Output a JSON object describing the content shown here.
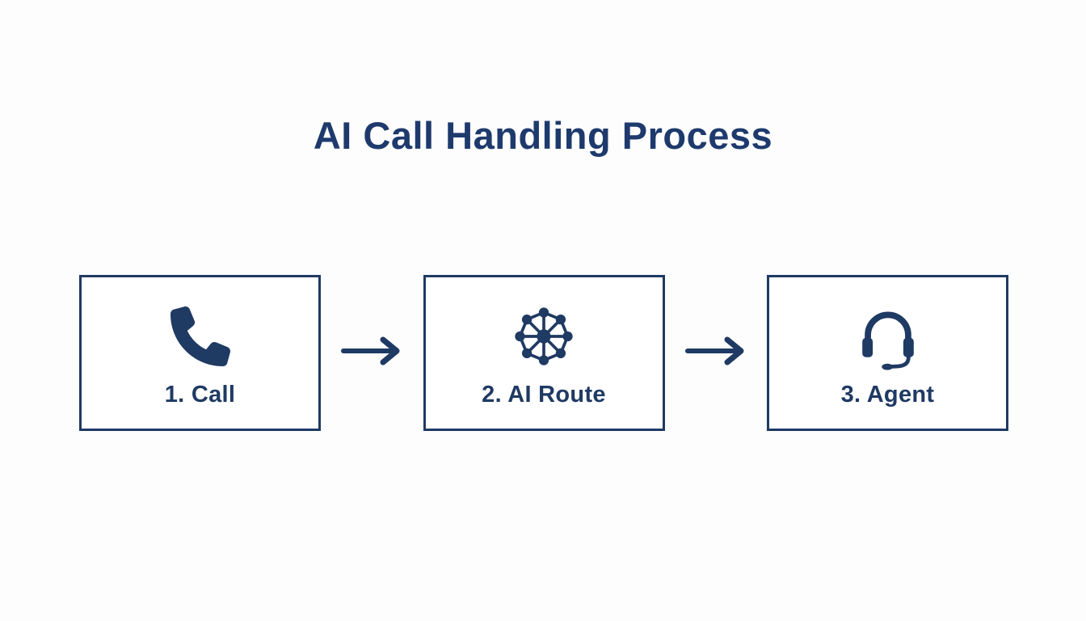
{
  "title": "AI Call Handling Process",
  "colors": {
    "accent": "#1f3a63",
    "title": "#1e3a6d",
    "background": "#fdfdfd"
  },
  "steps": [
    {
      "label": "1. Call",
      "icon": "phone-icon"
    },
    {
      "label": "2. AI Route",
      "icon": "network-icon"
    },
    {
      "label": "3. Agent",
      "icon": "headset-icon"
    }
  ],
  "arrows": [
    {
      "icon": "arrow-right-icon"
    },
    {
      "icon": "arrow-right-icon"
    }
  ]
}
